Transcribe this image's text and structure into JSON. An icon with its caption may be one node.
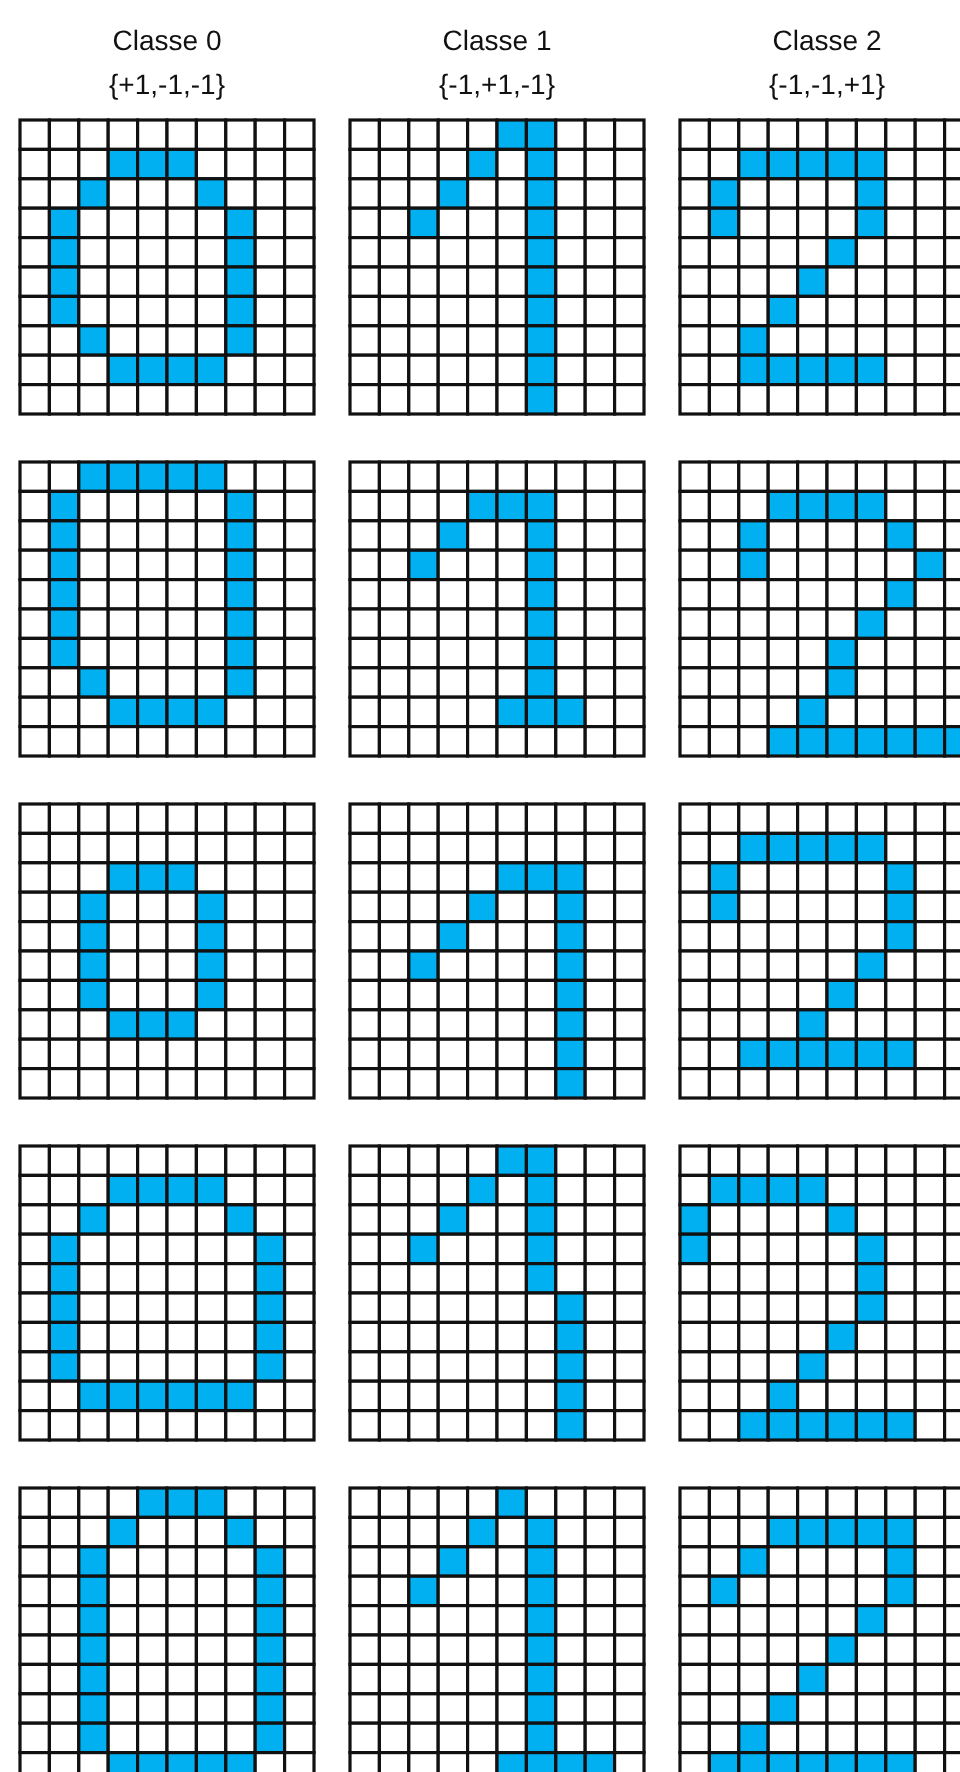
{
  "diagram": {
    "labels": [
      "Classe 0",
      "Classe 1",
      "Classe 2",
      "{+1,-1,-1}",
      "{-1,+1,-1}",
      "{-1,-1,+1}"
    ]
  }
}
